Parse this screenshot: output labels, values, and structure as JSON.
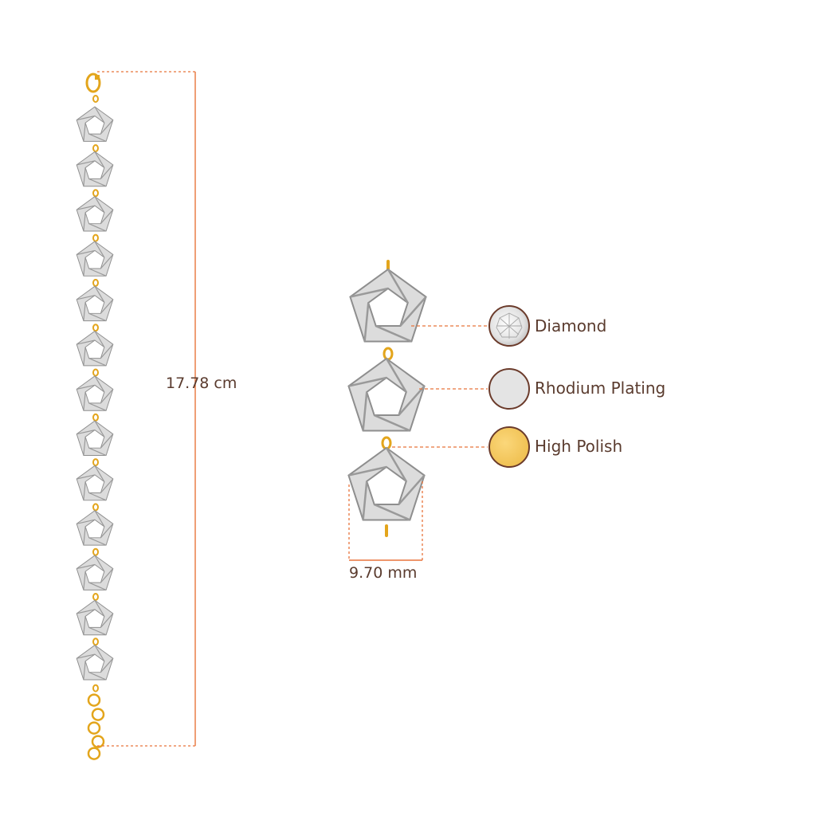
{
  "dimensions": {
    "length_label": "17.78 cm",
    "width_label": "9.70 mm"
  },
  "legend": [
    {
      "name": "diamond",
      "label": "Diamond",
      "swatch_icon": "diamond-icon",
      "color": "#ececec"
    },
    {
      "name": "rhodium-plating",
      "label": "Rhodium Plating",
      "swatch_icon": "grey-circle",
      "color": "#e3e3e3"
    },
    {
      "name": "high-polish",
      "label": "High Polish",
      "swatch_icon": "gold-circle",
      "color": "#f4c95e"
    }
  ],
  "colors": {
    "dimension_line": "#e8743b",
    "text": "#5a3b2e",
    "gold": "#e3a51c",
    "silver": "#d6d6d6"
  },
  "bracelet": {
    "pentagon_link_count": 13
  }
}
